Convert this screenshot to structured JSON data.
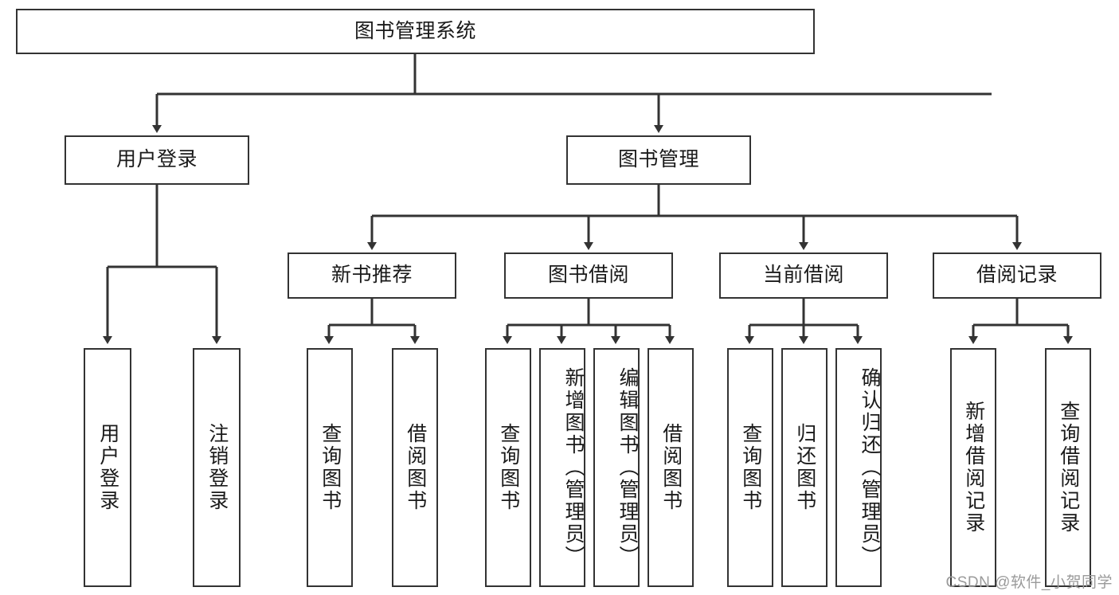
{
  "diagram": {
    "type": "tree-hierarchy",
    "title": "图书管理系统",
    "root": {
      "id": "root",
      "label": "图书管理系统"
    },
    "level2": [
      {
        "id": "user-login",
        "label": "用户登录"
      },
      {
        "id": "book-manage",
        "label": "图书管理"
      }
    ],
    "level3": [
      {
        "id": "new-book-recommend",
        "label": "新书推荐",
        "parent": "book-manage"
      },
      {
        "id": "book-borrow",
        "label": "图书借阅",
        "parent": "book-manage"
      },
      {
        "id": "current-borrow",
        "label": "当前借阅",
        "parent": "book-manage"
      },
      {
        "id": "borrow-record",
        "label": "借阅记录",
        "parent": "book-manage"
      }
    ],
    "leaves": [
      {
        "id": "leaf-user-login",
        "label": "用户登录",
        "parent": "user-login"
      },
      {
        "id": "leaf-logout-login",
        "label": "注销登录",
        "parent": "user-login"
      },
      {
        "id": "leaf-query-book-1",
        "label": "查询图书",
        "parent": "new-book-recommend"
      },
      {
        "id": "leaf-borrow-book-1",
        "label": "借阅图书",
        "parent": "new-book-recommend"
      },
      {
        "id": "leaf-query-book-2",
        "label": "查询图书",
        "parent": "book-borrow"
      },
      {
        "id": "leaf-add-book",
        "label": "新增图书（管理员）",
        "parent": "book-borrow"
      },
      {
        "id": "leaf-edit-book",
        "label": "编辑图书（管理员）",
        "parent": "book-borrow"
      },
      {
        "id": "leaf-borrow-book-2",
        "label": "借阅图书",
        "parent": "book-borrow"
      },
      {
        "id": "leaf-query-book-3",
        "label": "查询图书",
        "parent": "current-borrow"
      },
      {
        "id": "leaf-return-book",
        "label": "归还图书",
        "parent": "current-borrow"
      },
      {
        "id": "leaf-confirm-return",
        "label": "确认归还（管理员）",
        "parent": "current-borrow"
      },
      {
        "id": "leaf-add-record",
        "label": "新增借阅记录",
        "parent": "borrow-record"
      },
      {
        "id": "leaf-query-record",
        "label": "查询借阅记录",
        "parent": "borrow-record"
      }
    ],
    "colors": {
      "stroke": "#333333",
      "fill": "#ffffff",
      "text": "#1a1a1a",
      "watermark": "#9a9a9a"
    }
  },
  "watermark": {
    "text": "CSDN @软件_小贺同学"
  }
}
